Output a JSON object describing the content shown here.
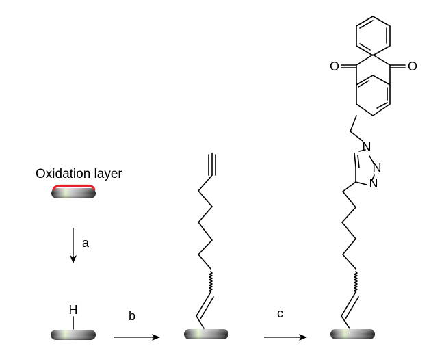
{
  "labels": {
    "oxidation_layer": "Oxidation layer",
    "step_a": "a",
    "step_b": "b",
    "step_c": "c",
    "hydrogen": "H",
    "oxygen_left": "O",
    "oxygen_right": "O",
    "triazole_n1": "N",
    "triazole_n2": "N",
    "triazole_n3": "N"
  },
  "colors": {
    "oxidation_layer": "#e8202a",
    "substrate_dark": "#2a2a2a",
    "substrate_highlight": "#dff0c8"
  }
}
